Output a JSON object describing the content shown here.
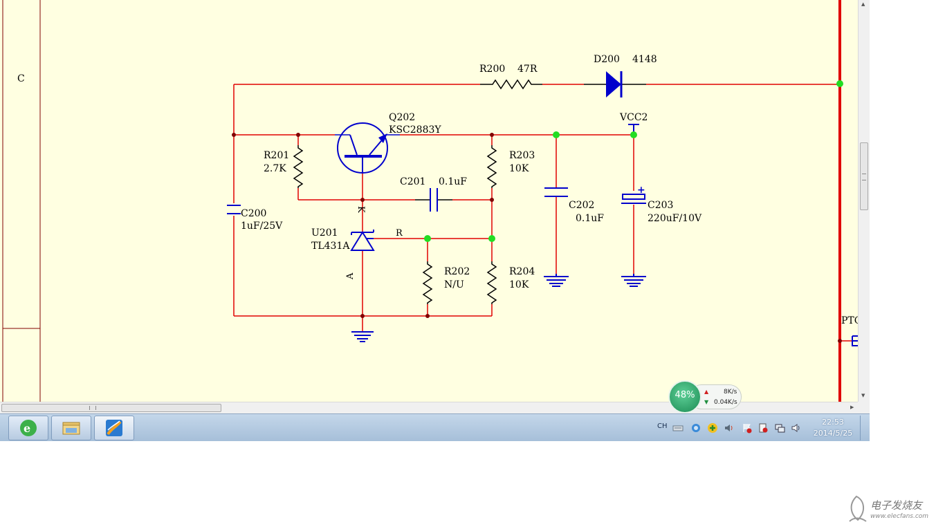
{
  "border": {
    "zone_label": "C"
  },
  "colors": {
    "wire": "#e00000",
    "component": "#0000cc",
    "junction": "#22dd22",
    "node": "#800000",
    "sheet": "#ffffe1"
  },
  "components": {
    "R200": {
      "ref": "R200",
      "value": "47R"
    },
    "D200": {
      "ref": "D200",
      "value": "4148"
    },
    "Q202": {
      "ref": "Q202",
      "value": "KSC2883Y"
    },
    "VCC2": {
      "net": "VCC2"
    },
    "R201": {
      "ref": "R201",
      "value": "2.7K"
    },
    "R203": {
      "ref": "R203",
      "value": "10K"
    },
    "C201": {
      "ref": "C201",
      "value": "0.1uF"
    },
    "C200": {
      "ref": "C200",
      "value": "1uF/25V"
    },
    "C202": {
      "ref": "C202",
      "value": "0.1uF"
    },
    "C203": {
      "ref": "C203",
      "value": "220uF/10V"
    },
    "U201": {
      "ref": "U201",
      "value": "TL431A",
      "pin_k": "K",
      "pin_r": "R",
      "pin_a": "A"
    },
    "R202": {
      "ref": "R202",
      "value": "N/U"
    },
    "R204": {
      "ref": "R204",
      "value": "10K"
    },
    "port": {
      "label": "PTC"
    }
  },
  "c203_polarity": "+",
  "taskbar": {
    "language": "CH",
    "time": "22:53",
    "date": "2014/5/25",
    "apps": [
      {
        "icon": "ie-browser-icon"
      },
      {
        "icon": "file-explorer-icon"
      },
      {
        "icon": "altium-designer-icon"
      }
    ]
  },
  "net_monitor": {
    "percent": "48%",
    "upload": "8K/s",
    "download": "0.04K/s"
  },
  "watermark": {
    "text": "电子发烧友",
    "url": "www.elecfans.com"
  }
}
